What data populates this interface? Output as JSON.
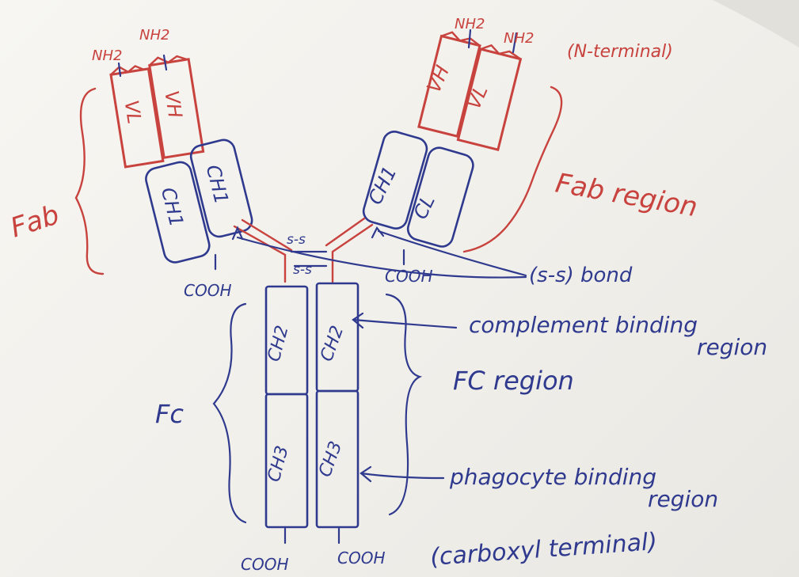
{
  "nh2": [
    "NH2",
    "NH2",
    "NH2",
    "NH2"
  ],
  "n_terminal": "(N-terminal)",
  "left_heavy_var": "VH",
  "left_light_var": "VL",
  "right_heavy_var": "VH",
  "right_light_var": "VL",
  "left_ch1_outer": "CH1",
  "left_ch1_inner": "CH1",
  "right_ch1": "CH1",
  "right_cl": "CL",
  "ss_top": "s-s",
  "ss_bottom": "s-s",
  "cooh": [
    "COOH",
    "COOH",
    "COOH",
    "COOH"
  ],
  "ch2": [
    "CH2",
    "CH2"
  ],
  "ch3": [
    "CH3",
    "CH3"
  ],
  "fab_left": "Fab",
  "fab_right": "Fab region",
  "fc_left": "Fc",
  "fc_right": "FC region",
  "ss_bond": "(s-s) bond",
  "complement_line1": "complement binding",
  "complement_line2": "region",
  "phagocyte_line1": "phagocyte binding",
  "phagocyte_line2": "region",
  "carboxyl": "(carboxyl terminal)",
  "colors": {
    "heavy_light_variable": "#c8423e",
    "constant": "#2f3a8f",
    "paper": "#f3f1ec"
  }
}
